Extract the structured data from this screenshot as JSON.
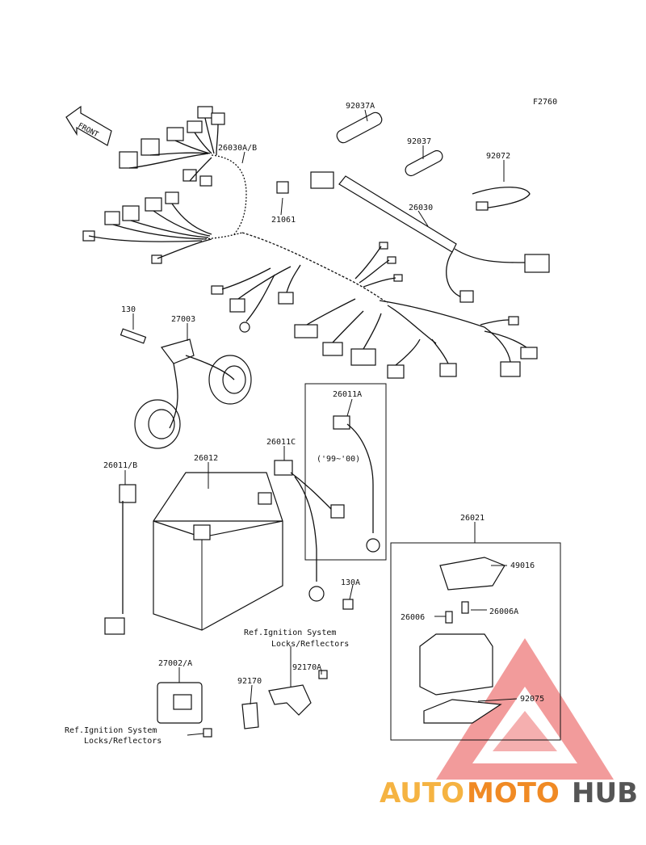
{
  "figure_code": "F2760",
  "front_label": "FRONT",
  "parts": {
    "p26030AB": "26030A/B",
    "p92037A": "92037A",
    "p92037": "92037",
    "p92072": "92072",
    "p26030": "26030",
    "p21061": "21061",
    "p130": "130",
    "p27003": "27003",
    "p26011A": "26011A",
    "p26011C": "26011C",
    "p26011B": "26011/B",
    "p26012": "26012",
    "p26021": "26021",
    "p49016": "49016",
    "p26006": "26006",
    "p26006A": "26006A",
    "p92075": "92075",
    "p130A": "130A",
    "p27002A": "27002/A",
    "p92170A": "92170A",
    "p92170": "92170"
  },
  "notes": {
    "year_range": "('99~'00)",
    "ref1_line1": "Ref.Ignition System",
    "ref1_line2": "Locks/Reflectors",
    "ref2_line1": "Ref.Ignition System",
    "ref2_line2": "Locks/Reflectors"
  },
  "watermark": {
    "part1": "AUTO",
    "part2": "MOTO",
    "part3": "HUB",
    "color1": "#f5b342",
    "color2": "#f08a24",
    "color3": "#555555",
    "triangle_color": "#e84a4a"
  }
}
